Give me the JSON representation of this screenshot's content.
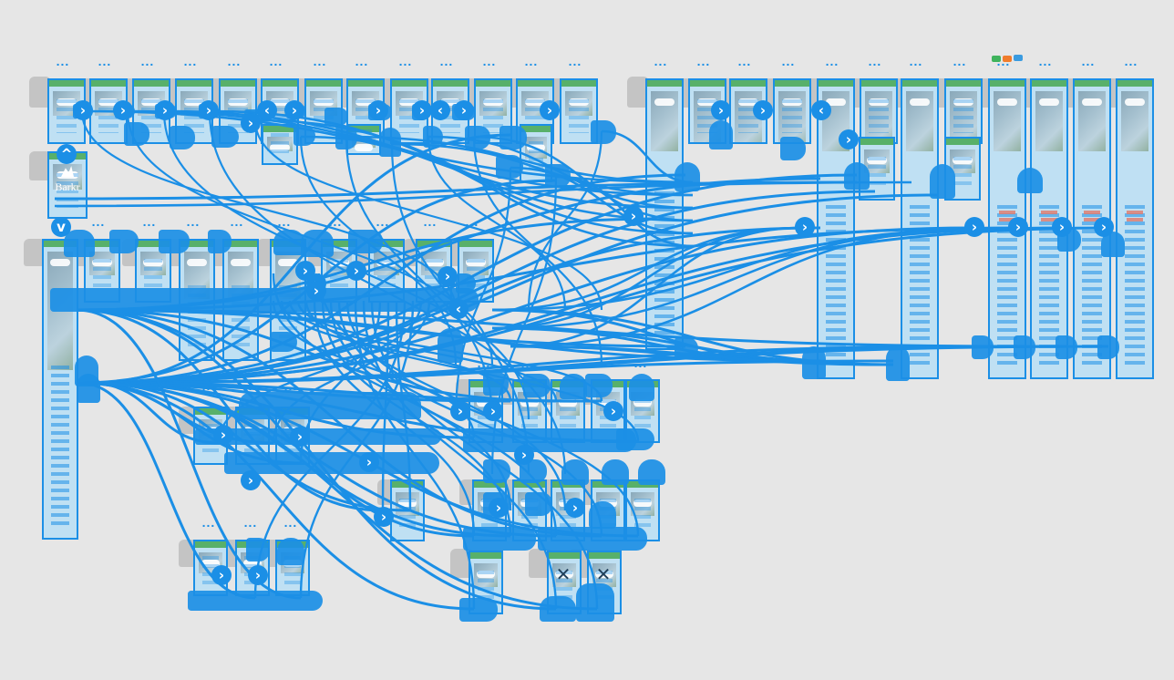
{
  "canvas": {
    "background": "#e6e6e6",
    "accent": "#1b8fe6",
    "frame_fill": "#bfe0f3",
    "header_green": "#58b06a",
    "tab_gray": "#c4c4c4"
  },
  "frame_menu": {
    "ellipsis": "..."
  },
  "brand": {
    "name": "Barkr",
    "icon": "mountain-logo-icon"
  },
  "badges": {
    "colors": [
      "#3fb35c",
      "#f07c2c",
      "#3a9be0"
    ]
  },
  "icons": {
    "next": "›",
    "back": "‹",
    "up": "^",
    "down": "v",
    "close": "✕"
  },
  "groups": [
    {
      "id": "onboarding-row",
      "frame_count": 13
    },
    {
      "id": "chat-row",
      "frame_count": 12
    },
    {
      "id": "browse-row",
      "frame_count": 9
    },
    {
      "id": "detail-grid",
      "frame_count": 18
    },
    {
      "id": "modal-row",
      "frame_count": 4
    }
  ]
}
